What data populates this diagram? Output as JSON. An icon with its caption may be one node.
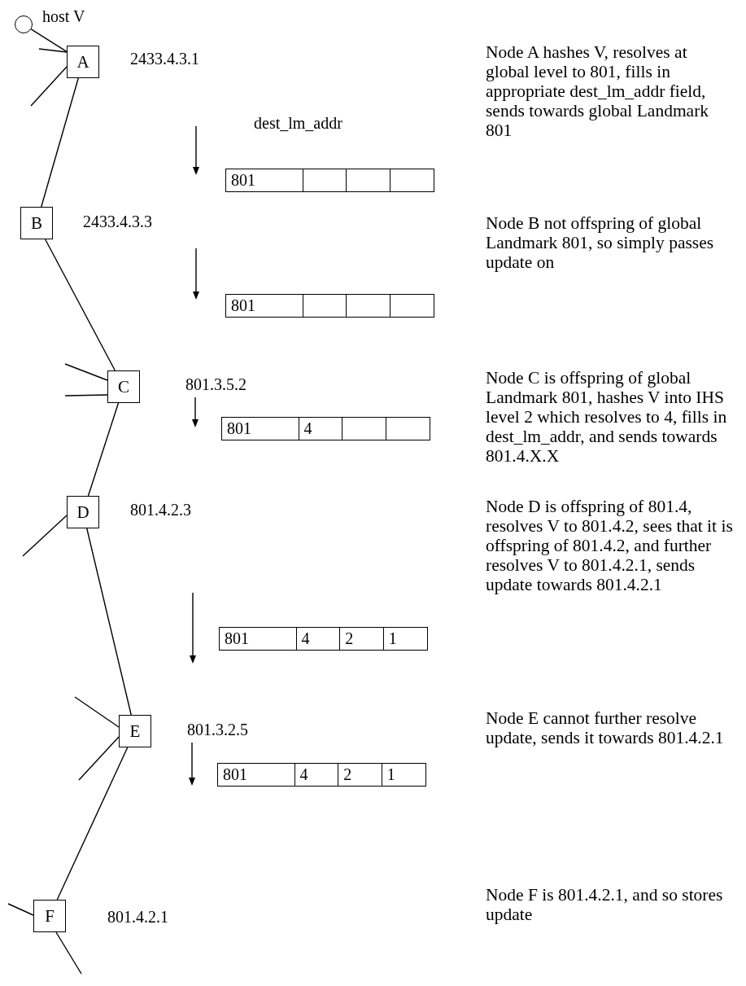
{
  "diagram": {
    "nodes": [
      {
        "text": [],
        "shape": "circle",
        "beside": [
          "host V"
        ]
      },
      {
        "text": [
          "A"
        ],
        "beside": [
          "2433.4.3.1"
        ]
      },
      {
        "text": [
          "B"
        ],
        "beside": [
          "2433.4.3.3"
        ]
      },
      {
        "text": [
          "C"
        ],
        "beside": [
          "801.3.5.2"
        ]
      },
      {
        "text": [
          "D"
        ],
        "beside": [
          "801.4.2.3"
        ]
      },
      {
        "text": [
          "E"
        ],
        "beside": [
          "801.3.2.5"
        ]
      },
      {
        "text": [
          "F"
        ],
        "beside": [
          "801.4.2.1"
        ]
      }
    ],
    "edges": [
      {
        "from": 0,
        "to": 1,
        "arrow": "none"
      },
      {
        "from": 1,
        "to": 2,
        "arrow": "none"
      },
      {
        "from": 2,
        "to": 3,
        "arrow": "none"
      },
      {
        "from": 3,
        "to": 4,
        "arrow": "none"
      },
      {
        "from": 4,
        "to": 5,
        "arrow": "none"
      },
      {
        "from": 5,
        "to": 6,
        "arrow": "none"
      },
      {
        "from": 1,
        "to": null,
        "arrow": "none"
      },
      {
        "from": 1,
        "to": null,
        "arrow": "none"
      },
      {
        "from": 3,
        "to": null,
        "arrow": "none"
      },
      {
        "from": 3,
        "to": null,
        "arrow": "none"
      },
      {
        "from": 4,
        "to": null,
        "arrow": "none"
      },
      {
        "from": 5,
        "to": null,
        "arrow": "none"
      },
      {
        "from": 5,
        "to": null,
        "arrow": "none"
      },
      {
        "from": 6,
        "to": null,
        "arrow": "none"
      },
      {
        "from": 6,
        "to": null,
        "arrow": "none"
      }
    ],
    "labels": [
      "Node A hashes V, resolves at global level to 801, fills in appropriate dest_lm_addr field, sends towards global Landmark 801",
      "dest_lm_addr",
      "801",
      "Node B not offspring of global Landmark 801, so simply passes update on",
      "801",
      "Node C is offspring of global Landmark 801, hashes V into IHS level 2 which resolves to 4, fills in dest_lm_addr, and sends towards 801.4.X.X",
      "801",
      "4",
      "Node D is offspring of 801.4, resolves V to 801.4.2, sees that it is offspring of 801.4.2, and further resolves V to 801.4.2.1, sends update towards 801.4.2.1",
      "801",
      "4",
      "2",
      "1",
      "Node E cannot further resolve update, sends it towards 801.4.2.1",
      "801",
      "4",
      "2",
      "1",
      "Node F is 801.4.2.1, and so stores update"
    ]
  }
}
